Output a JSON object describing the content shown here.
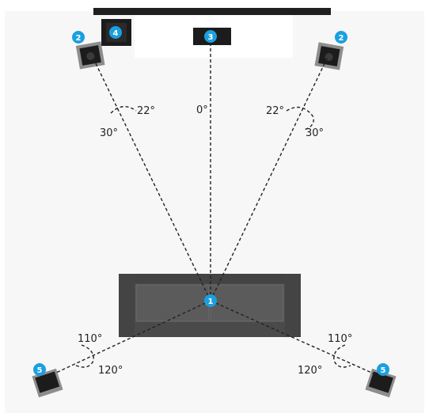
{
  "colors": {
    "background": "#ffffff",
    "room_floor": "#f7f7f7",
    "tv_bar": "#1f1f1f",
    "console": "#ffffff",
    "speaker_body": "#1c1c1c",
    "speaker_frame": "#8d8d8d",
    "sofa": "#4a4a4a",
    "sofa_cushion": "#5b5b5b",
    "sofa_seam": "#6e6e6e",
    "badge": "#1aa0e0",
    "badge_text": "#ffffff",
    "dashes": "#222222",
    "label_text": "#222222"
  },
  "badges": {
    "listener": "1",
    "front_left": "2",
    "front_right": "2",
    "center": "3",
    "subwoofer": "4",
    "surround_left": "5",
    "surround_right": "5"
  },
  "angles": {
    "center": "0°",
    "front_left_min": "22°",
    "front_left_max": "30°",
    "front_right_min": "22°",
    "front_right_max": "30°",
    "surround_left_min": "110°",
    "surround_left_max": "120°",
    "surround_right_min": "110°",
    "surround_right_max": "120°"
  }
}
